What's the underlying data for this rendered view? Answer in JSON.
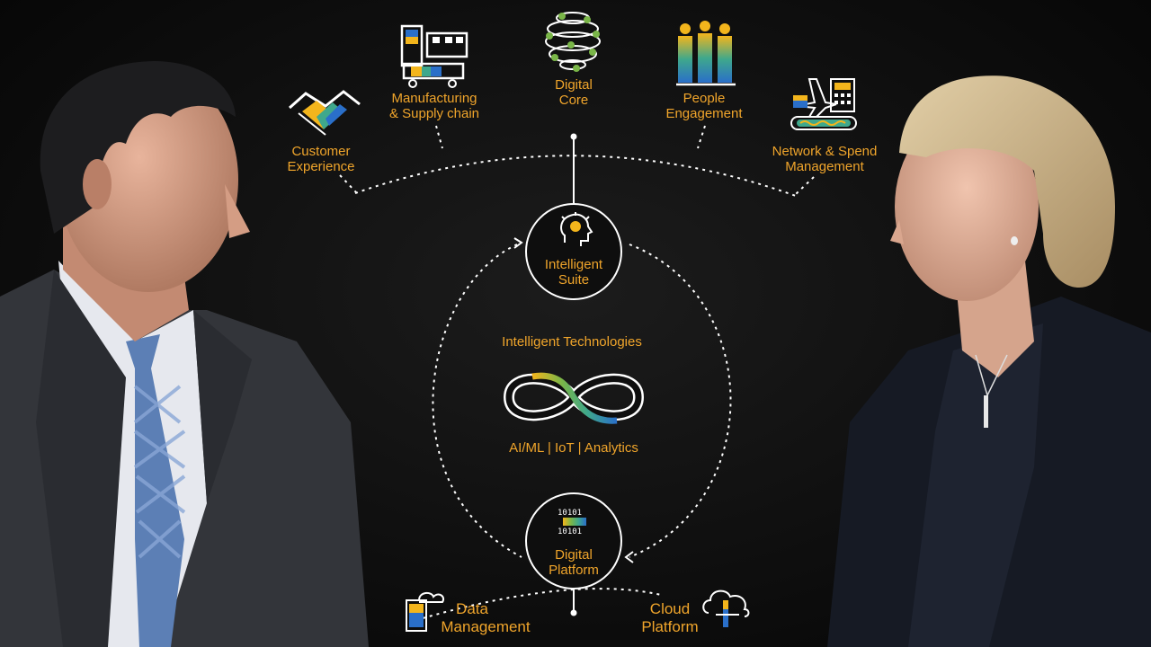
{
  "diagram": {
    "top_nodes": [
      {
        "id": "customer",
        "lines": [
          "Customer",
          "Experience"
        ],
        "icon": "handshake-icon"
      },
      {
        "id": "manufacturing",
        "lines": [
          "Manufacturing",
          "& Supply chain"
        ],
        "icon": "factory-icon"
      },
      {
        "id": "core",
        "lines": [
          "Digital",
          "Core"
        ],
        "icon": "globe-network-icon"
      },
      {
        "id": "people",
        "lines": [
          "People",
          "Engagement"
        ],
        "icon": "people-icon"
      },
      {
        "id": "network",
        "lines": [
          "Network & Spend",
          "Management"
        ],
        "icon": "airplane-calculator-icon"
      }
    ],
    "suite": {
      "lines": [
        "Intelligent",
        "Suite"
      ],
      "icon": "head-lightbulb-icon"
    },
    "technologies_title": "Intelligent Technologies",
    "technologies_sub": "AI/ML | IoT | Analytics",
    "technologies_icon": "infinity-icon",
    "platform": {
      "lines": [
        "Digital",
        "Platform"
      ],
      "icon": "binary-code-icon"
    },
    "bottom_nodes": [
      {
        "id": "data",
        "lines": [
          "Data",
          "Management"
        ],
        "icon": "database-cloud-icon"
      },
      {
        "id": "cloud",
        "lines": [
          "Cloud",
          "Platform"
        ],
        "icon": "cloud-server-icon"
      }
    ]
  },
  "colors": {
    "accent": "#f0a52b",
    "line": "#ffffff",
    "background": "#0e0e0e",
    "icon_blue": "#2a6fc9",
    "icon_teal": "#3fa88c",
    "icon_yellow": "#f3b51c",
    "icon_green": "#7ab648"
  },
  "people": [
    {
      "id": "man",
      "desc_icon": "man-in-suit"
    },
    {
      "id": "woman",
      "desc_icon": "woman-in-blazer"
    }
  ]
}
